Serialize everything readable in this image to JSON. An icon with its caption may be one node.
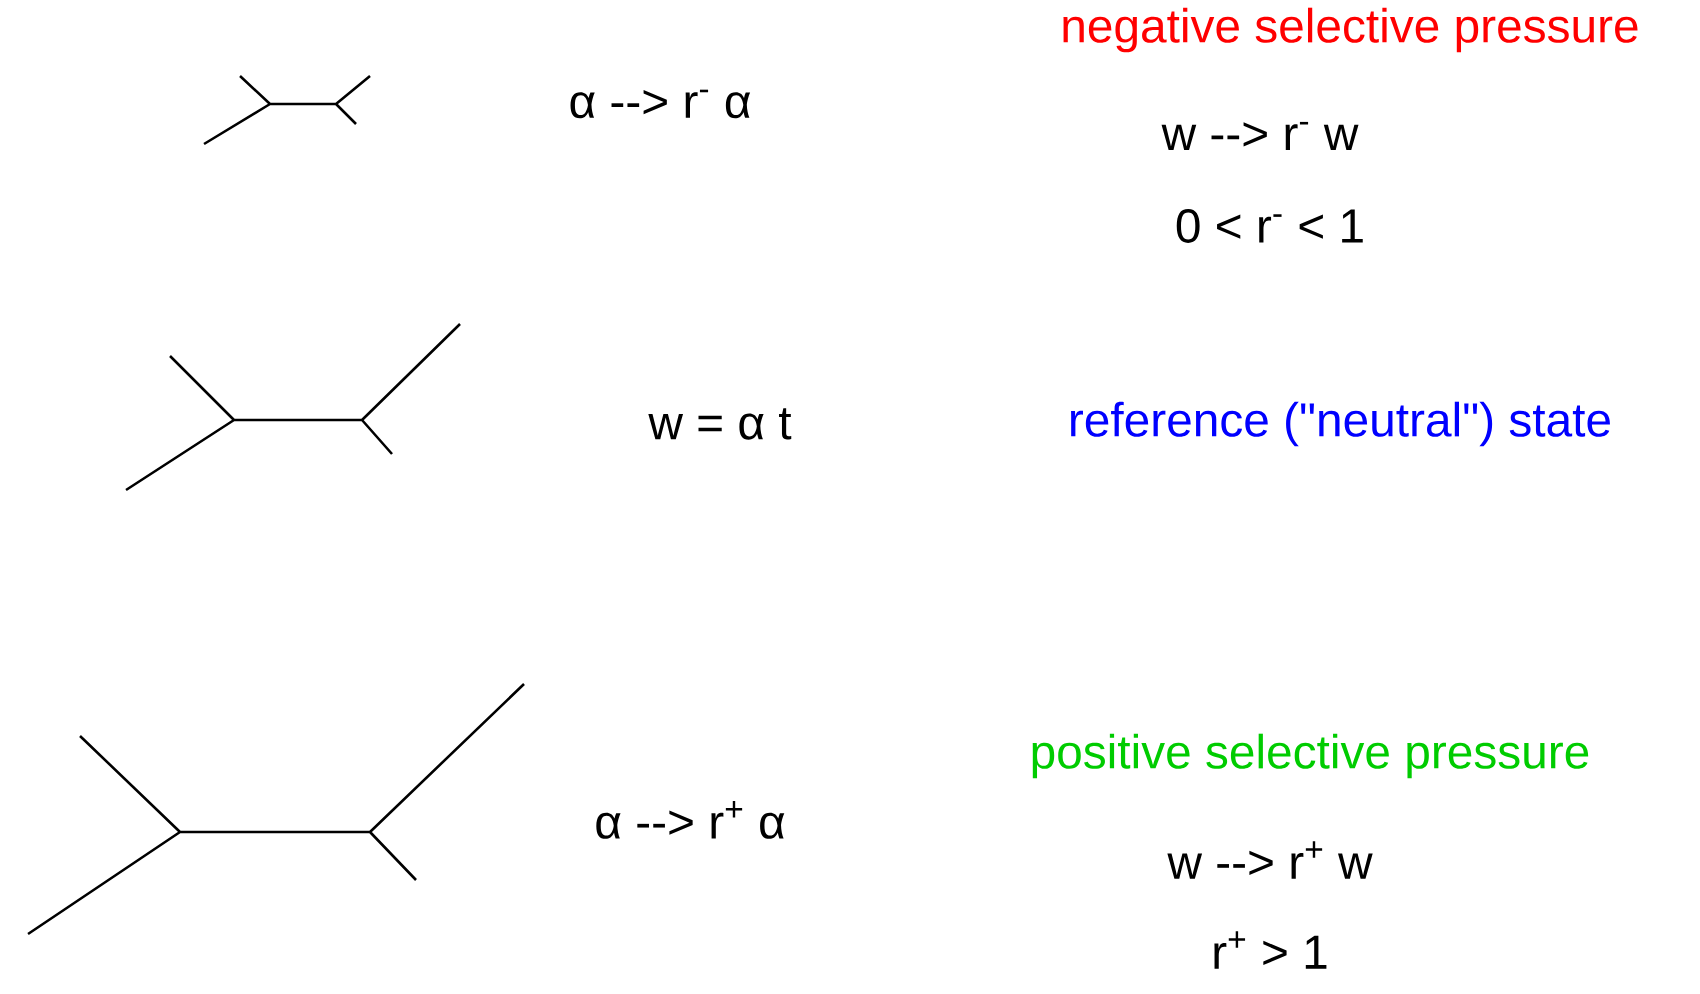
{
  "diagram": {
    "labels": [
      "α --> r$^{-}$ α",
      "negative selective pressure",
      "w --> r$^{-}$ w",
      "0 < r$^{-}$ < 1",
      "w = α t",
      "reference (\"neutral\") state",
      "α --> r$^{+}$ α",
      "positive selective pressure",
      "w --> r$^{+}$ w",
      "r$^{+}$ > 1"
    ]
  }
}
